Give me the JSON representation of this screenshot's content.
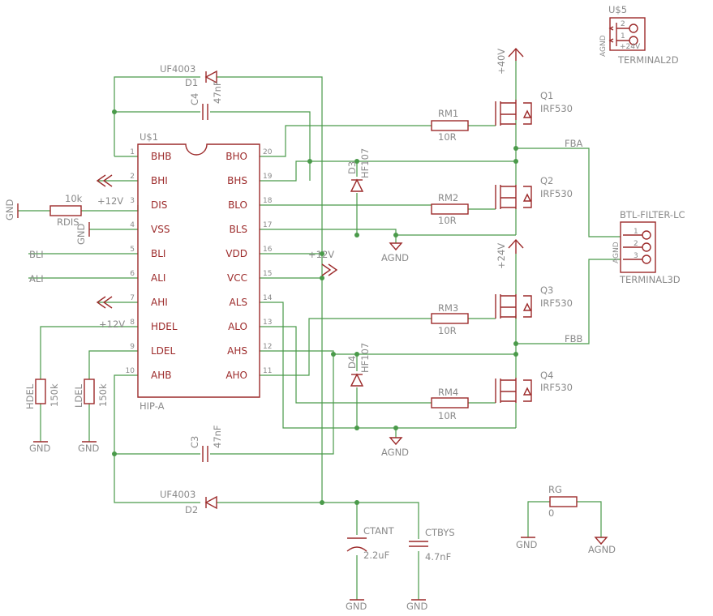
{
  "ic": {
    "name": "U$1",
    "value": "HIP-A",
    "left_pins": [
      {
        "num": "1",
        "label": "BHB"
      },
      {
        "num": "2",
        "label": "BHI"
      },
      {
        "num": "3",
        "label": "DIS"
      },
      {
        "num": "4",
        "label": "VSS"
      },
      {
        "num": "5",
        "label": "BLI"
      },
      {
        "num": "6",
        "label": "ALI"
      },
      {
        "num": "7",
        "label": "AHI"
      },
      {
        "num": "8",
        "label": "HDEL"
      },
      {
        "num": "9",
        "label": "LDEL"
      },
      {
        "num": "10",
        "label": "AHB"
      }
    ],
    "right_pins": [
      {
        "num": "20",
        "label": "BHO"
      },
      {
        "num": "19",
        "label": "BHS"
      },
      {
        "num": "18",
        "label": "BLO"
      },
      {
        "num": "17",
        "label": "BLS"
      },
      {
        "num": "16",
        "label": "VDD"
      },
      {
        "num": "15",
        "label": "VCC"
      },
      {
        "num": "14",
        "label": "ALS"
      },
      {
        "num": "13",
        "label": "ALO"
      },
      {
        "num": "12",
        "label": "AHS"
      },
      {
        "num": "11",
        "label": "AHO"
      }
    ]
  },
  "labels": {
    "d1_name": "D1",
    "d1_value": "UF4003",
    "d2_name": "D2",
    "d2_value": "UF4003",
    "d3_name": "D3",
    "d3_value": "HF107",
    "d4_name": "D4",
    "d4_value": "HF107",
    "c4_name": "C4",
    "c4_value": "47nF",
    "c3_name": "C3",
    "c3_value": "47nF",
    "rm1_name": "RM1",
    "rm1_value": "10R",
    "rm2_name": "RM2",
    "rm2_value": "10R",
    "rm3_name": "RM3",
    "rm3_value": "10R",
    "rm4_name": "RM4",
    "rm4_value": "10R",
    "q1_name": "Q1",
    "q1_value": "IRF530",
    "q2_name": "Q2",
    "q2_value": "IRF530",
    "q3_name": "Q3",
    "q3_value": "IRF530",
    "q4_name": "Q4",
    "q4_value": "IRF530",
    "rdis_name": "RDIS",
    "rdis_value": "10k",
    "hdel_name": "HDEL",
    "hdel_value": "150k",
    "ldel_name": "LDEL",
    "ldel_value": "150k",
    "ctant_name": "CTANT",
    "ctant_value": "2.2uF",
    "ctbys_name": "CTBYS",
    "ctbys_value": "4.7nF",
    "rg_name": "RG",
    "rg_value": "0",
    "u5_name": "U$5",
    "u5_value": "TERMINAL2D",
    "u5_pin2": "2",
    "u5_pin1": "1",
    "u5_net_agnd": "AGND",
    "u5_net_24v": "+24V",
    "btl_name": "BTL-FILTER-LC",
    "btl_value": "TERMINAL3D",
    "btl_pin1": "1",
    "btl_pin2": "2",
    "btl_pin3": "3",
    "btl_net_agnd": "AGND",
    "net_fba": "FBA",
    "net_fbb": "FBB",
    "net_bli": "BLI",
    "net_ali": "ALI",
    "sup_40v": "+40V",
    "sup_24v": "+24V",
    "sup_12v_bhi": "+12V",
    "sup_12v_hdel": "+12V",
    "sup_12v_vdd": "+12V",
    "gnd_dis": "GND",
    "gnd_vss": "GND",
    "gnd_hdel": "GND",
    "gnd_ldel": "GND",
    "gnd_ctant": "GND",
    "gnd_ctbys": "GND",
    "gnd_rg": "GND",
    "agnd_top": "AGND",
    "agnd_bottom": "AGND",
    "agnd_rg": "AGND"
  },
  "colors": {
    "wire": "#4a9a4a",
    "part": "#9c2a2a",
    "text": "#8a8a8a"
  }
}
